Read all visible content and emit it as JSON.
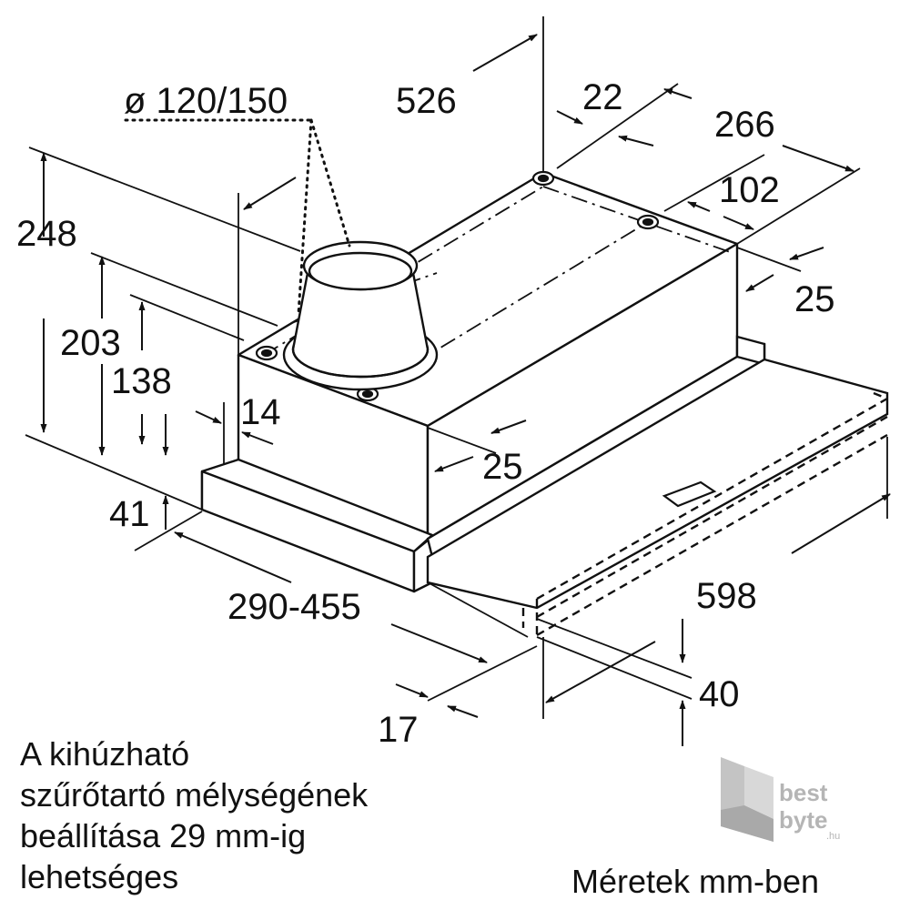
{
  "dimensions": {
    "duct_diameter": "ø 120/150",
    "width_top": "526",
    "offset_22": "22",
    "depth_266": "266",
    "depth_102": "102",
    "side_25_top": "25",
    "height_248": "248",
    "height_203": "203",
    "height_138": "138",
    "offset_14": "14",
    "front_25": "25",
    "height_41": "41",
    "extension_range": "290-455",
    "width_598": "598",
    "front_40": "40",
    "front_17": "17"
  },
  "note": {
    "line1": "A kihúzható",
    "line2": "szűrőtartó mélységének",
    "line3": "beállítása 29 mm-ig",
    "line4": "lehetséges"
  },
  "units_label": "Méretek mm-ben",
  "logo": {
    "word1": "best",
    "word2": "byte",
    "suffix": ".hu"
  },
  "colors": {
    "line": "#111111",
    "hood_fill": "#ffffff",
    "logo_gray": "#b8b8b8"
  }
}
